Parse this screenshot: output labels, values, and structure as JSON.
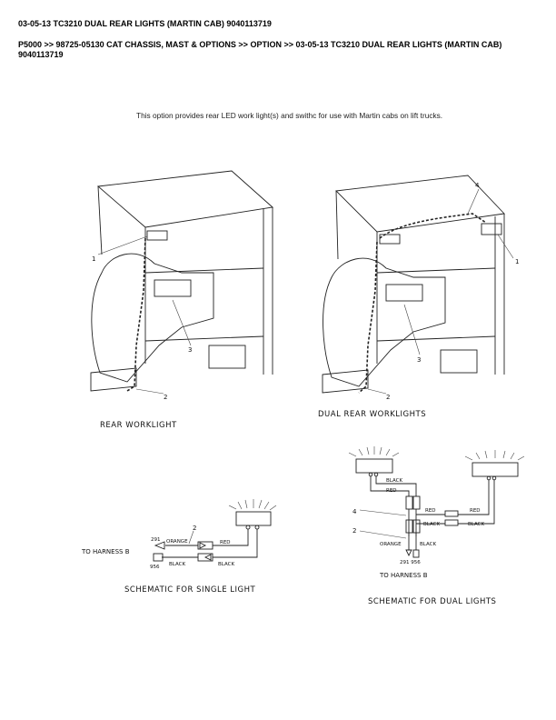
{
  "header": {
    "title": "03-05-13 TC3210 DUAL REAR LIGHTS (MARTIN CAB) 9040113719",
    "breadcrumb": "P5000 >> 98725-05130 CAT CHASSIS, MAST & OPTIONS >> OPTION >> 03-05-13 TC3210 DUAL REAR LIGHTS (MARTIN CAB) 9040113719"
  },
  "description": "This option provides rear LED work light(s) and swithc for use with Martin cabs on lift trucks.",
  "rear_worklight": {
    "caption": "REAR WORKLIGHT",
    "callouts": [
      "1",
      "3",
      "2"
    ]
  },
  "dual_rear_worklights": {
    "caption": "DUAL REAR WORKLIGHTS",
    "callouts": [
      "4",
      "1",
      "3",
      "2"
    ]
  },
  "single_schematic": {
    "caption": "SCHEMATIC FOR SINGLE LIGHT",
    "harness": "TO HARNESS B",
    "callout": "2",
    "pin_orange": "291",
    "pin_black": "956",
    "wires": [
      "ORANGE",
      "RED",
      "BLACK",
      "BLACK"
    ]
  },
  "dual_schematic": {
    "caption": "SCHEMATIC FOR DUAL LIGHTS",
    "harness": "TO HARNESS B",
    "callouts": [
      "4",
      "2"
    ],
    "pins": "291 956",
    "wires": [
      "BLACK",
      "RED",
      "RED",
      "RED",
      "BLACK",
      "BLACK",
      "ORANGE",
      "BLACK"
    ]
  }
}
